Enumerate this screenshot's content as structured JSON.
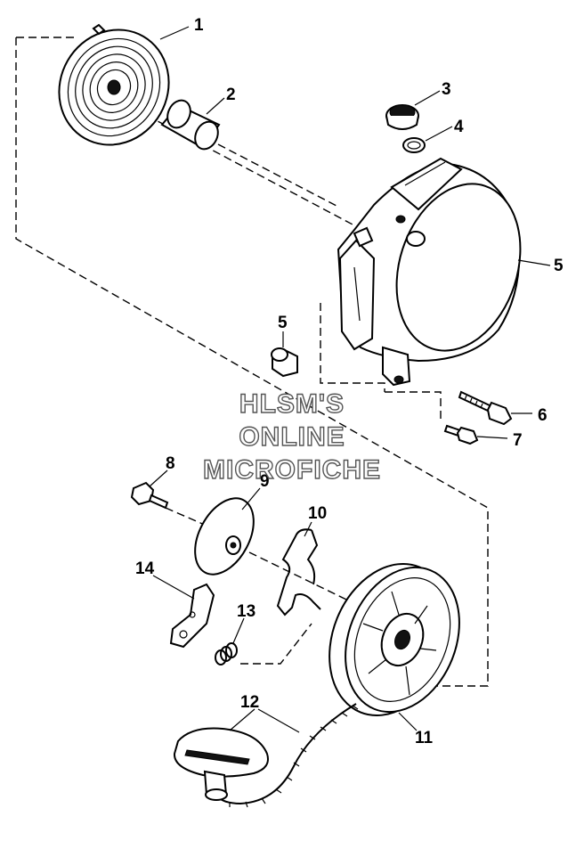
{
  "title": "",
  "callouts": [
    {
      "id": "c1",
      "label": "1"
    },
    {
      "id": "c2",
      "label": "2"
    },
    {
      "id": "c3",
      "label": "3"
    },
    {
      "id": "c4",
      "label": "4"
    },
    {
      "id": "c5a",
      "label": "5"
    },
    {
      "id": "c5b",
      "label": "5"
    },
    {
      "id": "c6",
      "label": "6"
    },
    {
      "id": "c7",
      "label": "7"
    },
    {
      "id": "c8",
      "label": "8"
    },
    {
      "id": "c9",
      "label": "9"
    },
    {
      "id": "c10",
      "label": "10"
    },
    {
      "id": "c11",
      "label": "11"
    },
    {
      "id": "c12",
      "label": "12"
    },
    {
      "id": "c13",
      "label": "13"
    },
    {
      "id": "c14",
      "label": "14"
    }
  ],
  "watermark": {
    "line1": "HLSM'S",
    "line2": "ONLINE",
    "line3": "MICROFICHE"
  }
}
